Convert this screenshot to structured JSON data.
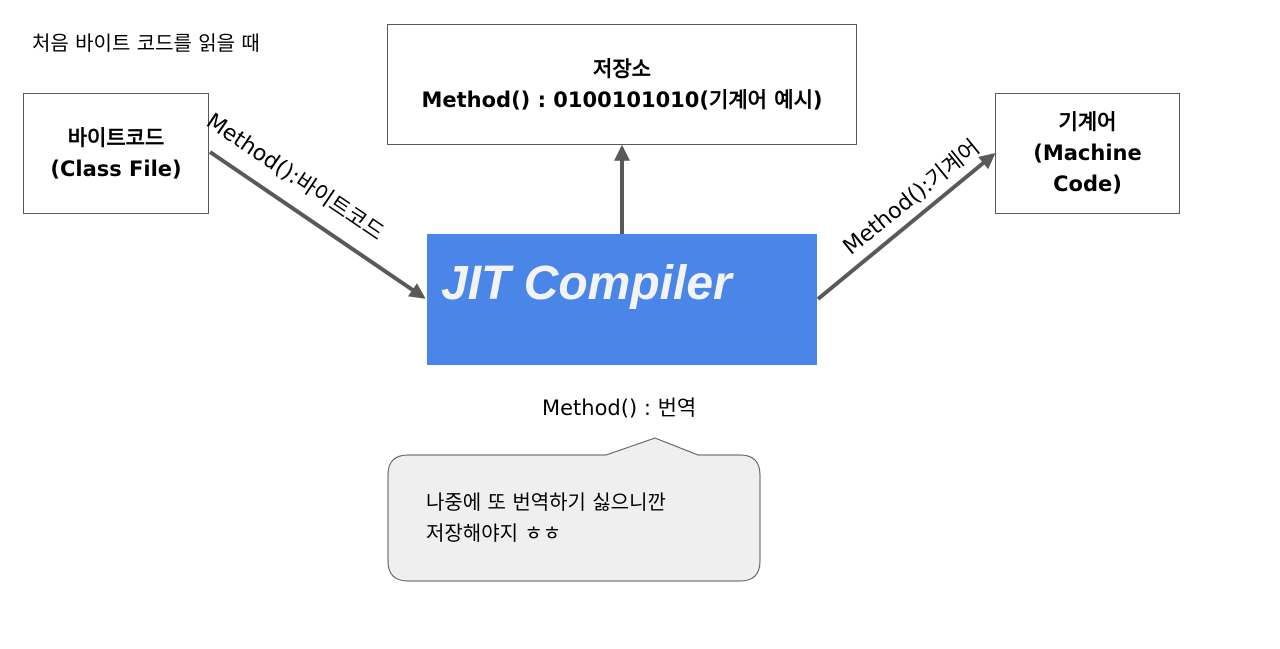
{
  "caption": "처음 바이트 코드를 읽을 때",
  "boxes": {
    "bytecode": {
      "line1": "바이트코드",
      "line2": "(Class File)"
    },
    "storage": {
      "line1": "저장소",
      "line2": "Method() : 0100101010(기계어 예시)"
    },
    "machine": {
      "line1": "기계어",
      "line2": "(Machine",
      "line3": "Code)"
    }
  },
  "jit": {
    "label": "JIT Compiler"
  },
  "edges": {
    "bytecode_to_jit": "Method():바이트코드",
    "jit_to_machine": "Method():기계어",
    "jit_to_storage": ""
  },
  "translate_label": "Method() : 번역",
  "callout": {
    "line1": "나중에 또 번역하기 싫으니깐",
    "line2": "저장해야지 ㅎㅎ"
  },
  "colors": {
    "jit_fill": "#4a86e8",
    "jit_text": "#f3f3f3",
    "arrow": "#595959",
    "box_border": "#595959",
    "callout_fill": "#efefef"
  }
}
